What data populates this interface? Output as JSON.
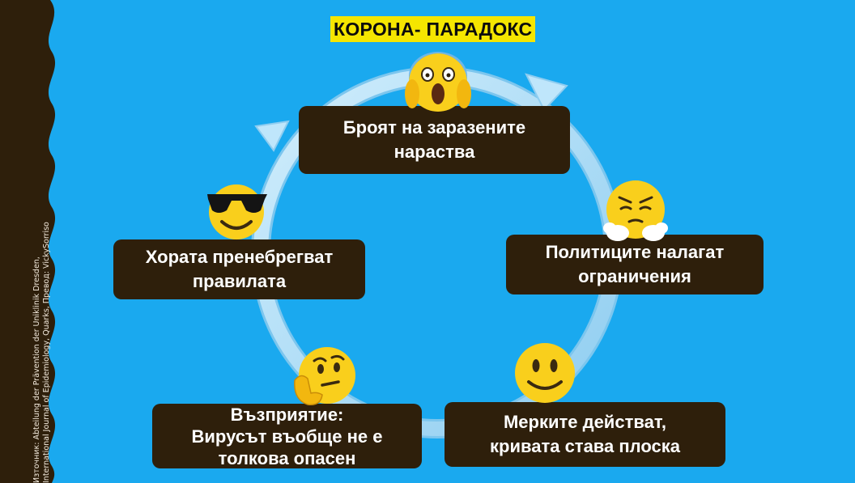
{
  "title": "КОРОНА- ПАРАДОКС",
  "source_note": "Източник: Abteilung der Prävention der Uniklinik Dresden, International Journal of Epidemiology, Quarks, Превод: VickySorriso",
  "colors": {
    "background": "#1aa9ef",
    "left_strip": "#2e1f0b",
    "box_fill": "#2e1f0b",
    "title_highlight": "#f5e600",
    "cycle_arrow": "#a9dcf7",
    "emoji_yellow": "#f9cf1c"
  },
  "nodes": [
    {
      "id": "infections-rise",
      "text": "Броят на заразените\nнараства",
      "icon": "face-screaming-in-fear-icon"
    },
    {
      "id": "politicians-restrict",
      "text": "Политиците налагат\nограничения",
      "icon": "face-with-steam-from-nose-icon"
    },
    {
      "id": "measures-work",
      "text": "Мерките действат,\nкривата става плоска",
      "icon": "slightly-smiling-face-icon"
    },
    {
      "id": "perception",
      "text": "Възприятие:\nВирусът въобще не е\nтолкова опасен",
      "icon": "thinking-face-icon"
    },
    {
      "id": "people-ignore",
      "text": "Хората пренебрегват\nправилата",
      "icon": "smiling-face-with-sunglasses-icon"
    }
  ],
  "cycle_direction": "clockwise"
}
